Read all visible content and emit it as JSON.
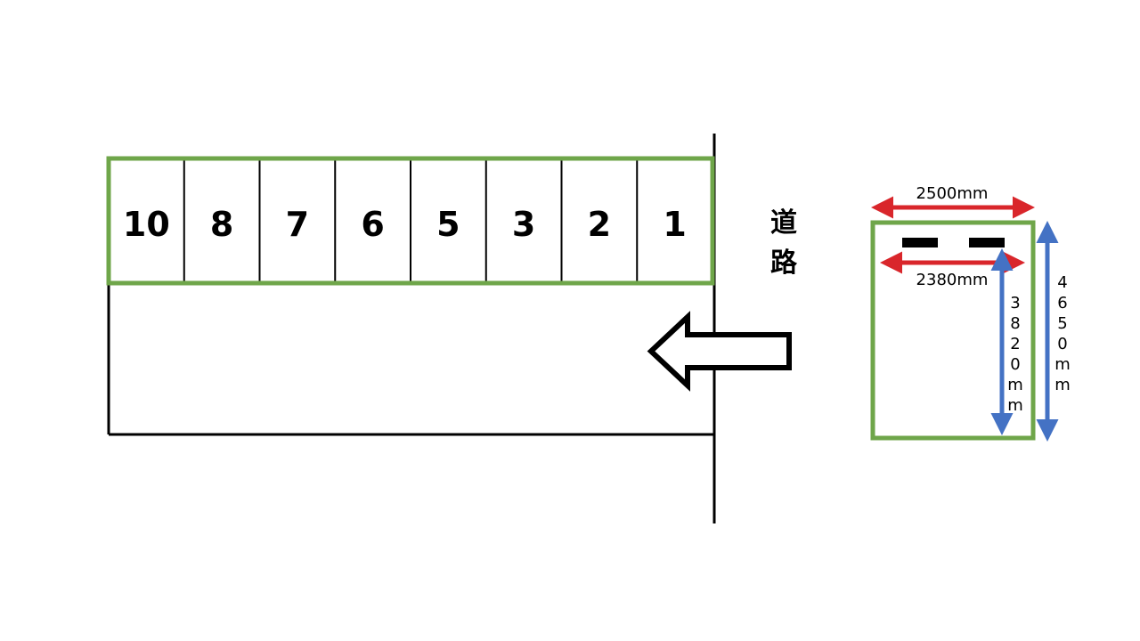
{
  "colors": {
    "frame": "#6fa64a",
    "line": "#000000",
    "dim_red": "#d9262b",
    "dim_blue": "#4472c4"
  },
  "parking": {
    "slots": [
      "10",
      "8",
      "7",
      "6",
      "5",
      "3",
      "2",
      "1"
    ],
    "arrow_direction": "left"
  },
  "road": {
    "label": "道路"
  },
  "spec": {
    "width_outer": "2500mm",
    "width_inner": "2380mm",
    "length_inner": "3820mm",
    "length_outer": "4650mm"
  }
}
